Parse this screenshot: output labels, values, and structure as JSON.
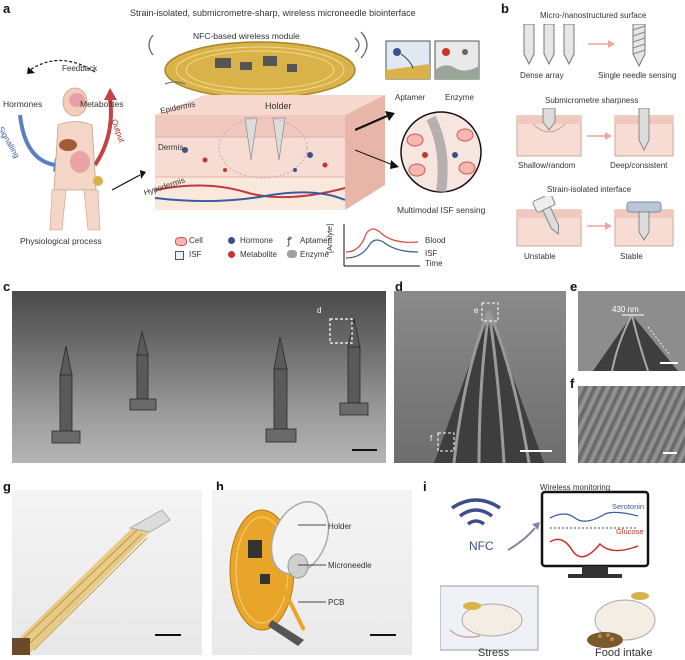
{
  "panels": {
    "a": {
      "letter": "a",
      "title": "Strain-isolated, submicrometre-sharp, wireless microneedle biointerface",
      "nfc_label": "NFC-based wireless module",
      "holder_label": "Holder",
      "epidermis": "Epidermis",
      "dermis": "Dermis",
      "hypodermis": "Hypodermis",
      "feedback": "Feedback",
      "hormones": "Hormones",
      "metabolites": "Metabolites",
      "signalling": "Signalling",
      "output": "Output",
      "physiological": "Physiological process",
      "aptamer_box": "Aptamer",
      "enzyme_box": "Enzyme",
      "multimodal": "Multimodal ISF sensing",
      "legend": {
        "cell": "Cell",
        "isf": "ISF",
        "hormone": "Hormone",
        "metabolite": "Metabolite",
        "aptamer": "Aptamer",
        "enzyme": "Enzyme"
      },
      "graph": {
        "ylabel": "[Analyte]",
        "blood": "Blood",
        "isf": "ISF",
        "time": "Time"
      }
    },
    "b": {
      "letter": "b",
      "row1_title": "Micro-/nanostructured surface",
      "row1_left": "Dense array",
      "row1_right": "Single needle sensing",
      "row2_title": "Submicrometre sharpness",
      "row2_left": "Shallow/random",
      "row2_right": "Deep/consistent",
      "row3_title": "Strain-isolated interface",
      "row3_left": "Unstable",
      "row3_right": "Stable"
    },
    "c": {
      "letter": "c",
      "inset_label": "d"
    },
    "d": {
      "letter": "d",
      "label_e": "e",
      "label_f": "f"
    },
    "e": {
      "letter": "e",
      "measure": "430 nm"
    },
    "f": {
      "letter": "f"
    },
    "g": {
      "letter": "g"
    },
    "h": {
      "letter": "h",
      "holder": "Holder",
      "microneedle": "Microneedle",
      "pcb": "PCB"
    },
    "i": {
      "letter": "i",
      "wireless": "Wireless monitoring",
      "nfc": "NFC",
      "serotonin": "Serotonin",
      "glucose": "Glucose",
      "stress": "Stress",
      "food": "Food intake"
    }
  },
  "colors": {
    "skin_epidermis": "#f3cfc6",
    "skin_dermis": "#f6dcd2",
    "hypodermis": "#f9e9dd",
    "gold": "#d9b24a",
    "arrow_pink": "#f0a4a4",
    "blood_red": "#d94a3c",
    "isf_blue": "#3d5a8a",
    "hormone_blue": "#3b4f8c",
    "metabolite_red": "#c6342c"
  }
}
